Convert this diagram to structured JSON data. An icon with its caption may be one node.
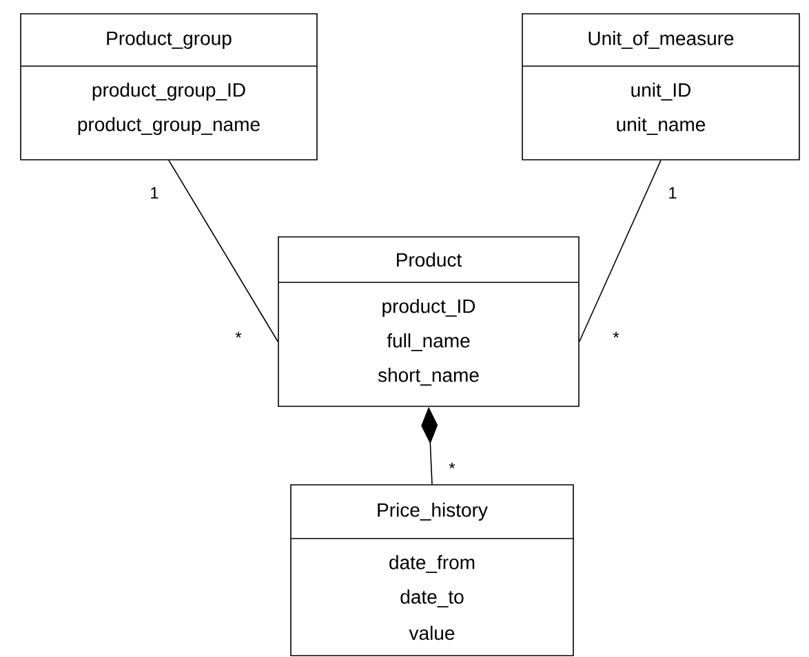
{
  "diagram": {
    "nodes": [
      {
        "text": [
          "Product_group",
          "product_group_ID",
          "product_group_name"
        ]
      },
      {
        "text": [
          "Unit_of_measure",
          "unit_ID",
          "unit_name"
        ]
      },
      {
        "text": [
          "Product",
          "product_ID",
          "full_name",
          "short_name"
        ]
      },
      {
        "text": [
          "Price_history",
          "date_from",
          "date_to",
          "value"
        ]
      }
    ],
    "edges": [
      {
        "from": 0,
        "to": 2,
        "arrow": "none"
      },
      {
        "from": 1,
        "to": 2,
        "arrow": "none"
      },
      {
        "from": 2,
        "to": 3,
        "arrow": "other"
      }
    ],
    "labels": [
      "1",
      "1",
      "*",
      "*",
      "*"
    ]
  }
}
